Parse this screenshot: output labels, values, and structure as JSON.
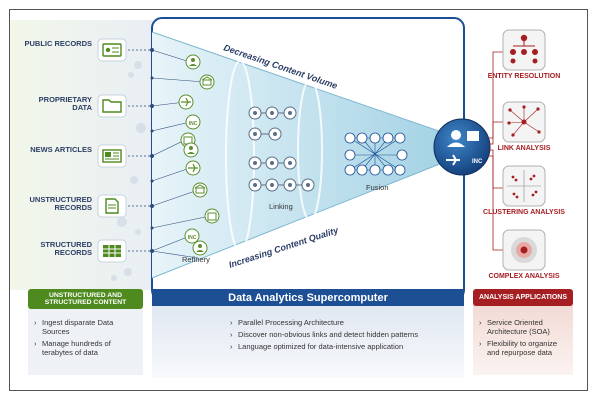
{
  "sources": [
    {
      "label": "PUBLIC RECORDS",
      "icon": "id-card-icon"
    },
    {
      "label": "PROPRIETARY DATA",
      "icon": "folder-icon"
    },
    {
      "label": "NEWS ARTICLES",
      "icon": "newspaper-icon"
    },
    {
      "label": "UNSTRUCTURED RECORDS",
      "icon": "document-icon"
    },
    {
      "label": "STRUCTURED RECORDS",
      "icon": "table-icon"
    }
  ],
  "funnel": {
    "top_caption": "Decreasing Content Volume",
    "bottom_caption": "Increasing Content Quality",
    "stage_refinery": "Refinery",
    "stage_linking": "Linking",
    "stage_fusion": "Fusion",
    "node_inc": "INC"
  },
  "outputs": [
    {
      "label": "ENTITY RESOLUTION",
      "icon": "org-tree-icon"
    },
    {
      "label": "LINK ANALYSIS",
      "icon": "link-network-icon"
    },
    {
      "label": "CLUSTERING ANALYSIS",
      "icon": "scatter-cluster-icon"
    },
    {
      "label": "COMPLEX ANALYSIS",
      "icon": "target-icon"
    }
  ],
  "panels": {
    "left": {
      "title": "UNSTRUCTURED AND STRUCTURED CONTENT",
      "bullets": [
        "Ingest disparate Data Sources",
        "Manage hundreds of terabytes of data"
      ]
    },
    "center": {
      "title": "Data Analytics Supercomputer",
      "bullets": [
        "Parallel Processing Architecture",
        "Discover non-obvious links and detect hidden patterns",
        "Language optimized for data-intensive application"
      ]
    },
    "right": {
      "title": "ANALYSIS APPLICATIONS",
      "bullets": [
        "Service Oriented Architecture (SOA)",
        "Flexibility to organize and repurpose data"
      ]
    }
  },
  "colors": {
    "left_green": "#4f8a1f",
    "center_blue": "#1c4f94",
    "right_red": "#a51e22",
    "funnel": "#bfe0ec"
  }
}
